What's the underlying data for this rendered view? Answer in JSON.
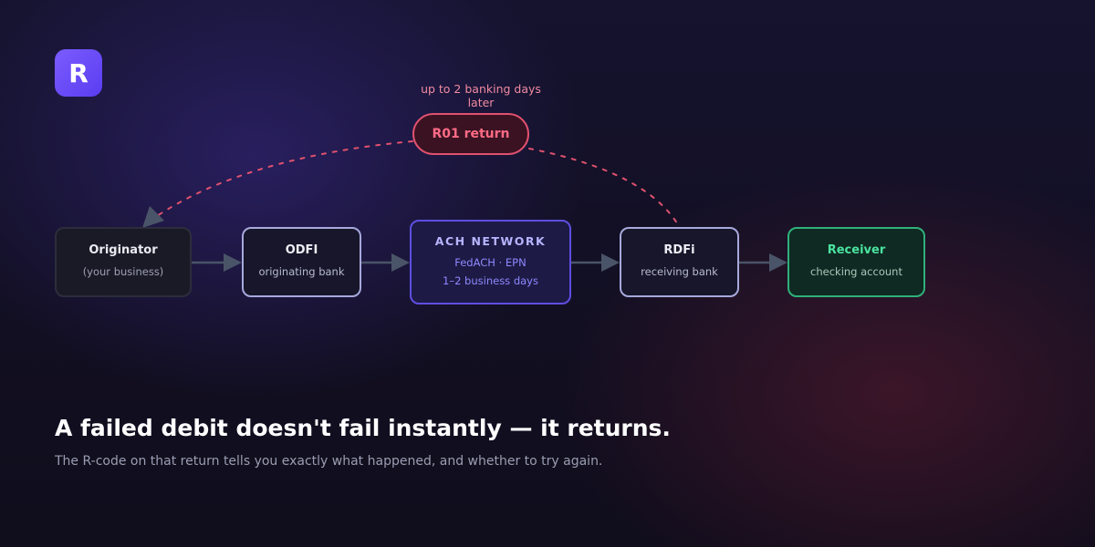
{
  "logo": {
    "letter": "R"
  },
  "return_path": {
    "note": "up to 2 banking days later",
    "label": "R01 return",
    "color": "#e0516e"
  },
  "nodes": [
    {
      "title": "Originator",
      "subtitle": "(your business)"
    },
    {
      "title": "ODFI",
      "subtitle": "originating bank"
    },
    {
      "title": "ACH NETWORK",
      "subtitle": "FedACH · EPN",
      "detail": "1–2 business days"
    },
    {
      "title": "RDFi",
      "subtitle": "receiving bank"
    },
    {
      "title": "Receiver",
      "subtitle": "checking account"
    }
  ],
  "colors": {
    "accent": "#5e4ee0",
    "success": "#2fb07a",
    "arrow": "#4a5468"
  },
  "headline": "A failed debit doesn't fail instantly — it returns.",
  "subline": "The R-code on that return tells you exactly what happened, and whether to try again."
}
